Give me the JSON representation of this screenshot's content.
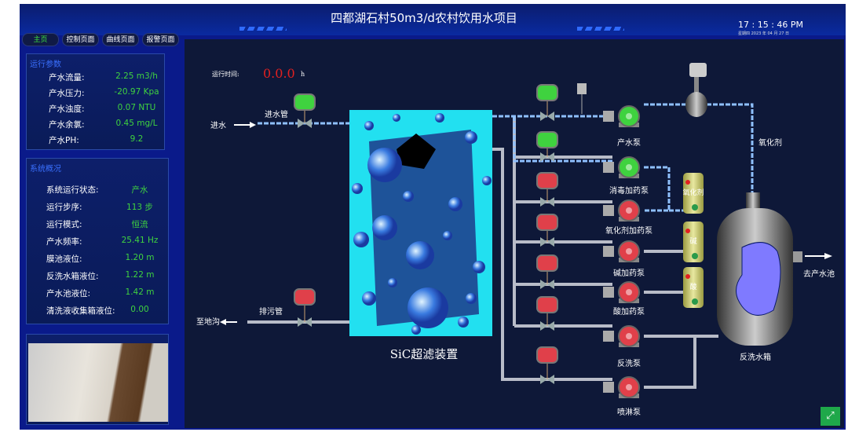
{
  "header": {
    "title": "四都湖石村50m3/d农村饮用水项目",
    "time": "17 : 15 : 46  PM",
    "date": "星期四   2023 年 04 月 27 日"
  },
  "tabs": [
    {
      "label": "主页",
      "active": true
    },
    {
      "label": "控制页面"
    },
    {
      "label": "曲线页面"
    },
    {
      "label": "报警页面"
    }
  ],
  "params": {
    "title": "运行参数",
    "items": [
      {
        "label": "产水流量:",
        "value": "2.25 m3/h"
      },
      {
        "label": "产水压力:",
        "value": "-20.97 Kpa"
      },
      {
        "label": "产水浊度:",
        "value": "0.07 NTU"
      },
      {
        "label": "产水余氯:",
        "value": "0.45 mg/L"
      },
      {
        "label": "产水PH:",
        "value": "9.2"
      }
    ]
  },
  "overview": {
    "title": "系统概况",
    "items": [
      {
        "label": "系统运行状态:",
        "value": "产水"
      },
      {
        "label": "运行步序:",
        "value": "113 步"
      },
      {
        "label": "运行模式:",
        "value": "恒流"
      },
      {
        "label": "产水频率:",
        "value": "25.41 Hz"
      },
      {
        "label": "膜池液位:",
        "value": "1.20 m"
      },
      {
        "label": "反洗水箱液位:",
        "value": "1.22 m"
      },
      {
        "label": "产水池液位:",
        "value": "1.42 m"
      },
      {
        "label": "清洗液收集箱液位:",
        "value": "0.00"
      }
    ]
  },
  "runtime": {
    "label": "运行时间:",
    "value": "0.0.0",
    "unit": "h"
  },
  "diagram": {
    "inlet": "进水",
    "inlet_pipe": "进水管",
    "drain_pipe": "排污管",
    "drain": "至地沟",
    "filter": "SiC超滤装置",
    "oxidant_line": "氧化剂",
    "outlet": "去产水池",
    "backwash_tank": "反洗水箱",
    "pumps": [
      {
        "label": "产水泵",
        "state": "on"
      },
      {
        "label": "消毒加药泵",
        "state": "on"
      },
      {
        "label": "氧化剂加药泵",
        "state": "off"
      },
      {
        "label": "碱加药泵",
        "state": "off"
      },
      {
        "label": "酸加药泵",
        "state": "off"
      },
      {
        "label": "反洗泵",
        "state": "off"
      },
      {
        "label": "喷淋泵",
        "state": "off"
      }
    ],
    "chem_tanks": [
      "氧化剂",
      "碱",
      "酸"
    ],
    "valves": {
      "inlet": "open",
      "drain": "closed",
      "branches": [
        "open",
        "open",
        "closed",
        "closed",
        "closed",
        "closed",
        "closed"
      ]
    }
  },
  "colors": {
    "on": "#3fd23f",
    "off": "#e0404a",
    "value": "#3fd23f",
    "accent": "#3a70ff"
  },
  "fullscreen_icon": "expand-icon"
}
